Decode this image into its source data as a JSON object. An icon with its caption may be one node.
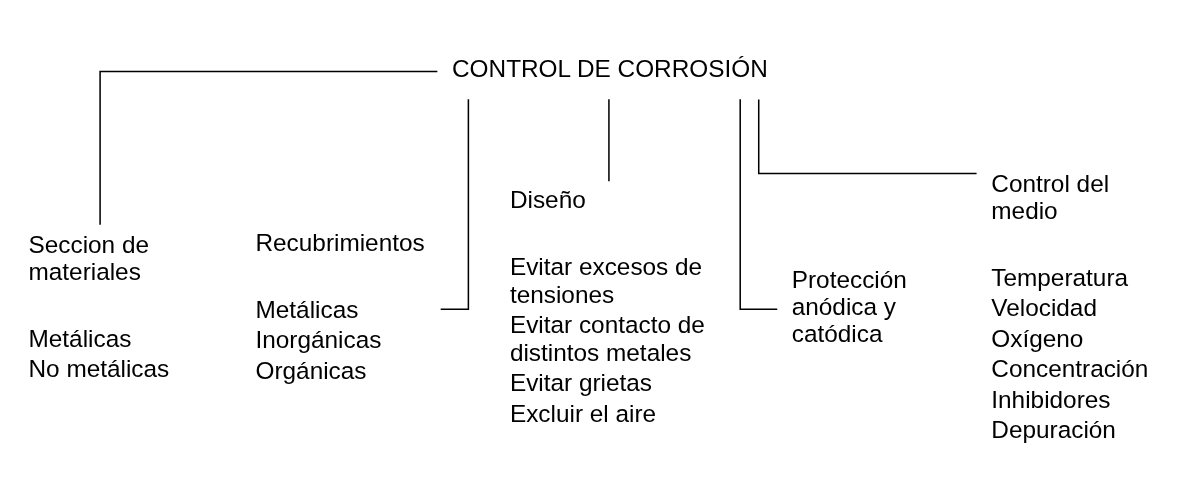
{
  "diagram": {
    "nodes": [
      {
        "text": [
          "CONTROL DE CORROSIÓN"
        ]
      },
      {
        "text": [
          "Seccion de materiales"
        ],
        "beside": [
          "Metálicas",
          "No metálicas"
        ]
      },
      {
        "text": [
          "Recubrimientos"
        ],
        "beside": [
          "Metálicas",
          "Inorgánicas",
          "Orgánicas"
        ]
      },
      {
        "text": [
          "Diseño"
        ],
        "beside": [
          "Evitar excesos de tensiones",
          "Evitar contacto de distintos metales",
          "Evitar grietas",
          "Excluir el aire"
        ]
      },
      {
        "text": [
          "Protección anódica y catódica"
        ]
      },
      {
        "text": [
          "Control del medio"
        ],
        "beside": [
          "Temperatura",
          "Velocidad",
          "Oxígeno",
          "Concentración",
          "Inhibidores",
          "Depuración"
        ]
      }
    ],
    "edges": [
      {
        "from": 0,
        "to": 1,
        "arrow": "none"
      },
      {
        "from": 0,
        "to": 2,
        "arrow": "none"
      },
      {
        "from": 0,
        "to": 3,
        "arrow": "none"
      },
      {
        "from": 0,
        "to": 4,
        "arrow": "none"
      },
      {
        "from": 0,
        "to": 5,
        "arrow": "none"
      }
    ]
  }
}
